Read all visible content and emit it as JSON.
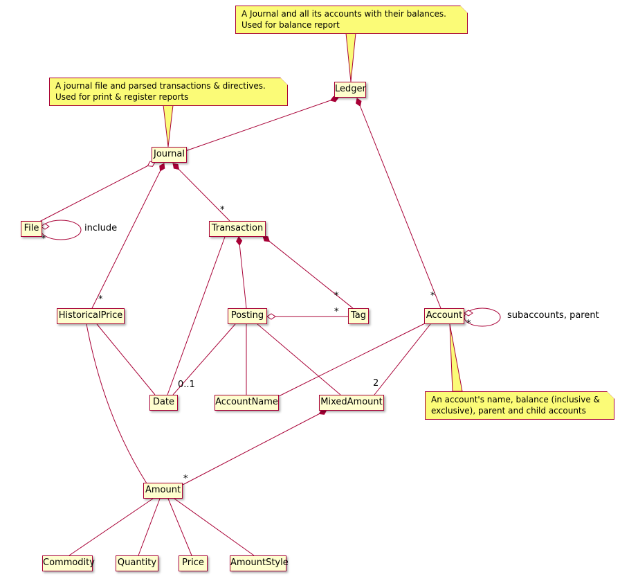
{
  "diagram": {
    "type": "uml-class-diagram",
    "colors": {
      "class_fill": "#FEFECE",
      "class_border": "#A80036",
      "note_fill": "#FBFB77",
      "note_border": "#A80036",
      "edge": "#A80036"
    }
  },
  "classes": {
    "ledger": "Ledger",
    "journal": "Journal",
    "file": "File",
    "transaction": "Transaction",
    "historical_price": "HistoricalPrice",
    "posting": "Posting",
    "tag": "Tag",
    "account": "Account",
    "date": "Date",
    "account_name": "AccountName",
    "mixed_amount": "MixedAmount",
    "amount": "Amount",
    "commodity": "Commodity",
    "quantity": "Quantity",
    "price": "Price",
    "amount_style": "AmountStyle"
  },
  "notes": {
    "ledger": {
      "line1": "A Journal and all its accounts with their balances.",
      "line2": "Used for balance report"
    },
    "journal": {
      "line1": "A journal file and parsed transactions & directives.",
      "line2": "Used for print & register reports"
    },
    "account": {
      "line1": "An account's name, balance (inclusive &",
      "line2": "exclusive), parent and child accounts"
    }
  },
  "edge_labels": {
    "include": "include",
    "subaccounts_parent": "subaccounts, parent",
    "file_loop_mult": "*",
    "account_loop_mult": "*",
    "journal_transactions_mult": "*",
    "journal_historical_prices_mult": "*",
    "ledger_accounts_mult": "*",
    "transaction_tags_mult": "*",
    "posting_tags_mult": "*",
    "posting_date_mult": "0..1",
    "account_mixed_amount_mult": "2",
    "mixed_amount_amounts_mult": "*"
  }
}
